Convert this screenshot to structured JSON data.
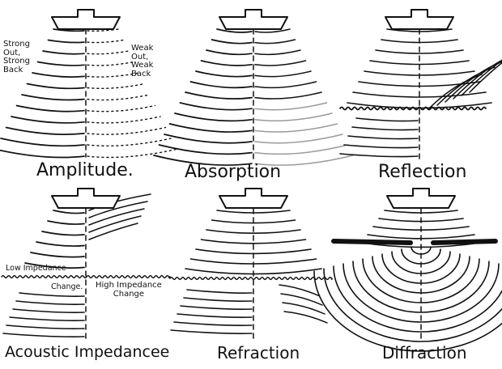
{
  "panels": [
    {
      "id": "amplitude",
      "title": "Amplitude."
    },
    {
      "id": "absorption",
      "title": "Absorption"
    },
    {
      "id": "reflection",
      "title": "Reflection"
    },
    {
      "id": "acoustic-impedance",
      "title": "Acoustic Impedancee"
    },
    {
      "id": "refraction",
      "title": "Refraction"
    },
    {
      "id": "diffraction",
      "title": "Diffraction"
    }
  ],
  "annotations": {
    "strong": "Strong\nOut,\nStrong\nBack",
    "weak": "Weak\nOut,\nWeak\nBack",
    "low_impedance": "Low Impedance",
    "change_left": "Change.",
    "high_impedance": "High Impedance\nChange"
  },
  "colors": {
    "ink": "#111111",
    "faded_ink": "#9a9a9a",
    "background": "#ffffff"
  }
}
